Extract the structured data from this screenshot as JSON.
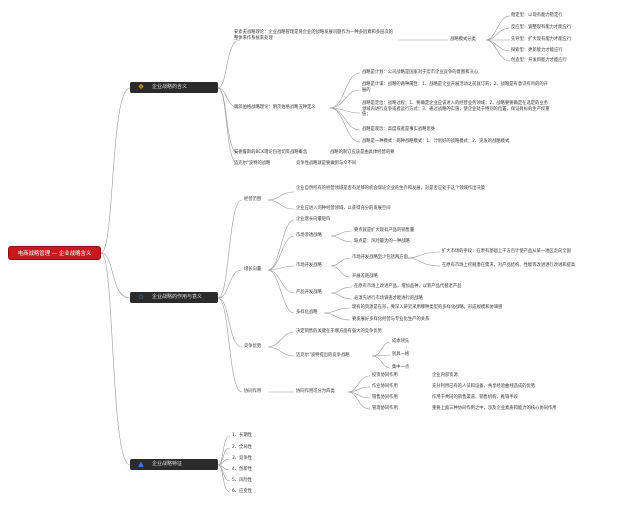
{
  "root": "电商战略管理 — 企业战略含义",
  "branches": {
    "b1": {
      "label": "企业战略的含义",
      "icon": "emblem-icon"
    },
    "b2": {
      "label": "企业战略的作用与意义",
      "icon": "star-icon"
    },
    "b3": {
      "label": "企业战略特征",
      "icon": "flame-icon"
    }
  },
  "sec1": {
    "anda": "安索夫战略理论：企业战略管理是将企业的战略发展问题作为一种多因素和多层次的整体来作系统来处理",
    "strategy_types": "战略模式分类",
    "types": [
      "稳定型：以现有能力稳定行",
      "反应型：调整现有能力才能应行",
      "先导型：扩大现有能力才能应行",
      "探索型：更新能力才能应行",
      "创造型：开发新能力才能应行"
    ],
    "mintz": "明茨伯格战略理论：明茨伯格战略五种定义",
    "mintz_items": [
      "战略是计划：公司战略是国家对于宏市企业竞争的意图和决心",
      "战略是计谋：战略的两种属性：1、战略是企业开展活动之前就订的；2、战略是有意识有目的的开展的",
      "战略是定位：战略过程；1、要确定企业应该进入的经营业务领域；2、战略要要确定在选定的业务领域内进行竞争或者运行方式；3、通过战略的实施，使企业处于特别的位置，保证目标的生产权重值；",
      "战略是观念：高度或者是事实战略思维",
      "战略是一种模式：两种战略模式：1、计划好的战略模式；2、突发的战略模式"
    ],
    "porter": "安德鲁斯的BCK理论包括切资战略概念",
    "porter_note": "战略的制订应该是由具体经营的要",
    "michael": "迈克尔\"波特的战略",
    "michael_note": "竞争性战略就是要做到与众不同"
  },
  "sec2": {
    "scope": "经营范围",
    "scope_items": [
      "企业自然所有的经营领域是否有足够的机会保证企业的生存和发展。对是否应处于这个领域作出决策",
      "企业应进入何种经营领域，以获得充分的发展空间"
    ],
    "growth": "增长向量",
    "growth_head": "企业增长向量矩阵",
    "pen": "市场渗透战略",
    "pen_items": [
      "要点就是扩大现有产品的销售量",
      "缺点是：风险最大的一种战略"
    ],
    "mkt": "市场开发战略",
    "mkt_sub": "市场开发战略至少包括两方面",
    "mkt_items": [
      "扩大市场的手段：在原有基础上千方百计使产品从某一地区走向全国",
      "在原有市场上挖掘潜在需求，对产品结构、性能等改进进行改进和提高"
    ],
    "mkt_note": "开展差距战略",
    "prod": "产品开发战略",
    "prod_items": [
      "在原有市场上改进产品，增加品种，以新产品代替老产品",
      "必须先进行市场调查才能进行的战略"
    ],
    "div": "多样化战略",
    "div_items": [
      "现有的资源是在形，要深入研究采用哪种类型的多样化战略，形成规模和协调感",
      "要发展好多样化经营与专业化生产的关系"
    ],
    "adv": "竞争优势",
    "adv_items": [
      "决定销售的关键在于哪方面有强大的竞争优势"
    ],
    "adv_sub": "迈克尔\"波特提出的竞争战略",
    "adv_sub_items": [
      "成本领先",
      "别具一格",
      "集中一点"
    ],
    "syn": "协同作用",
    "syn_sub": "协同作用可分为四类",
    "syn_items": [
      "投资协同作用",
      "作业协同作用",
      "销售协同作用",
      "管理协同作用"
    ],
    "syn_desc": [
      "企业内部资源",
      "充分利用已有的人员和设备，共享经验曲线造成的优势",
      "作用于共同的销售渠道、销售机构、推销手段",
      "重要上面三种协同作用之中，涉及企业素质和能力的核心协同作用"
    ]
  },
  "sec3": {
    "items": [
      "1、长期性",
      "2、全局性",
      "3、竞争性",
      "4、创新性",
      "5、风险性",
      "6、应变性"
    ]
  }
}
